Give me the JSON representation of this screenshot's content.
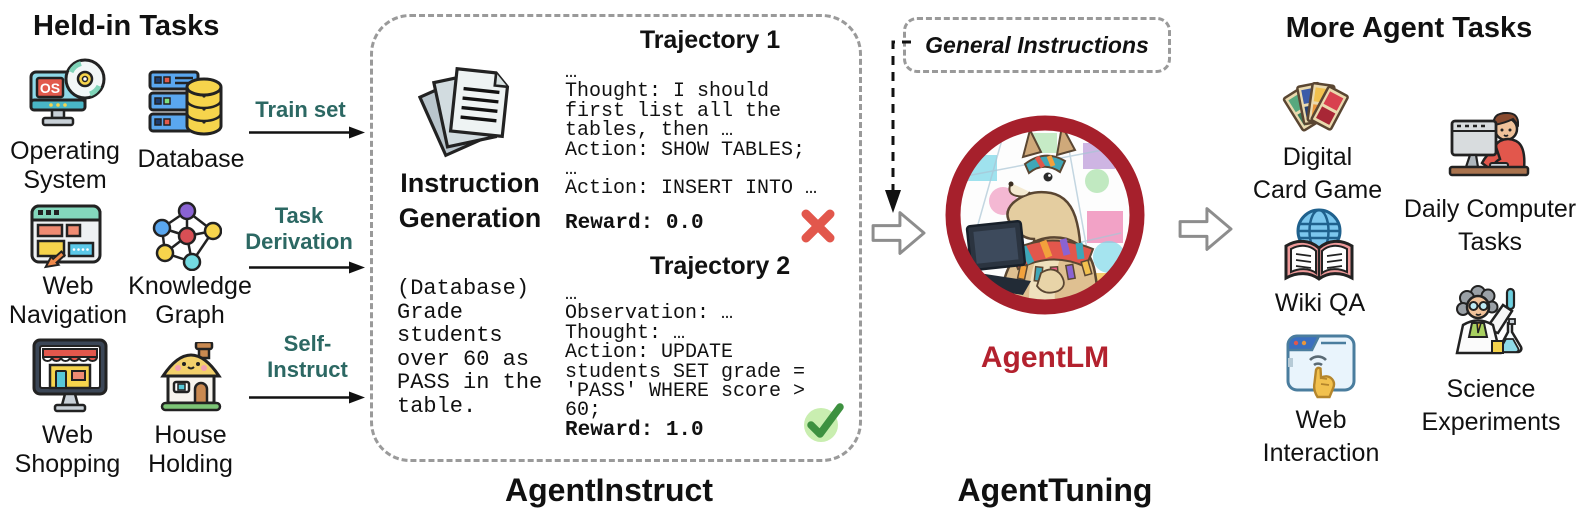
{
  "colors": {
    "flow_label": "#2c6863",
    "model_name_red": "#b3212e",
    "logo_ring": "#a6202c",
    "fail_x": "#e2574c",
    "success_check": "#3d9140",
    "dashed_border": "#9a9a9a"
  },
  "held_in": {
    "title": "Held-in Tasks",
    "tasks": [
      {
        "icon": "operating-system-icon",
        "label": "Operating\nSystem"
      },
      {
        "icon": "database-icon",
        "label": "Database"
      },
      {
        "icon": "web-navigation-icon",
        "label": "Web\nNavigation"
      },
      {
        "icon": "knowledge-graph-icon",
        "label": "Knowledge\nGraph"
      },
      {
        "icon": "web-shopping-icon",
        "label": "Web\nShopping"
      },
      {
        "icon": "house-holding-icon",
        "label": "House\nHolding"
      }
    ],
    "flows": [
      {
        "label": "Train set"
      },
      {
        "label": "Task\nDerivation"
      },
      {
        "label": "Self-\nInstruct"
      }
    ]
  },
  "agent_instruct": {
    "caption": "AgentInstruct",
    "generation_label": "Instruction\nGeneration",
    "task_prompt": "(Database)\nGrade students\nover 60 as\nPASS in the\ntable.",
    "trajectories": [
      {
        "title": "Trajectory 1",
        "body": "…\nThought: I should\nfirst list all the\ntables, then …\nAction: SHOW TABLES;\n…\nAction: INSERT INTO …",
        "reward": "Reward: 0.0",
        "outcome": "fail"
      },
      {
        "title": "Trajectory 2",
        "body": "…\nObservation: …\nThought: …\nAction: UPDATE\nstudents SET grade =\n'PASS' WHERE score >\n60;",
        "reward": "Reward: 1.0",
        "outcome": "success"
      }
    ]
  },
  "agent_tuning": {
    "caption": "AgentTuning",
    "general_instructions": "General Instructions",
    "model_name": "AgentLM"
  },
  "more_tasks": {
    "title": "More Agent Tasks",
    "tasks": [
      {
        "icon": "digital-card-game-icon",
        "label": "Digital\nCard Game"
      },
      {
        "icon": "daily-computer-tasks-icon",
        "label": "Daily Computer\nTasks"
      },
      {
        "icon": "wiki-qa-icon",
        "label": "Wiki QA"
      },
      {
        "icon": "web-interaction-icon",
        "label": "Web\nInteraction"
      },
      {
        "icon": "science-experiments-icon",
        "label": "Science\nExperiments"
      }
    ]
  }
}
